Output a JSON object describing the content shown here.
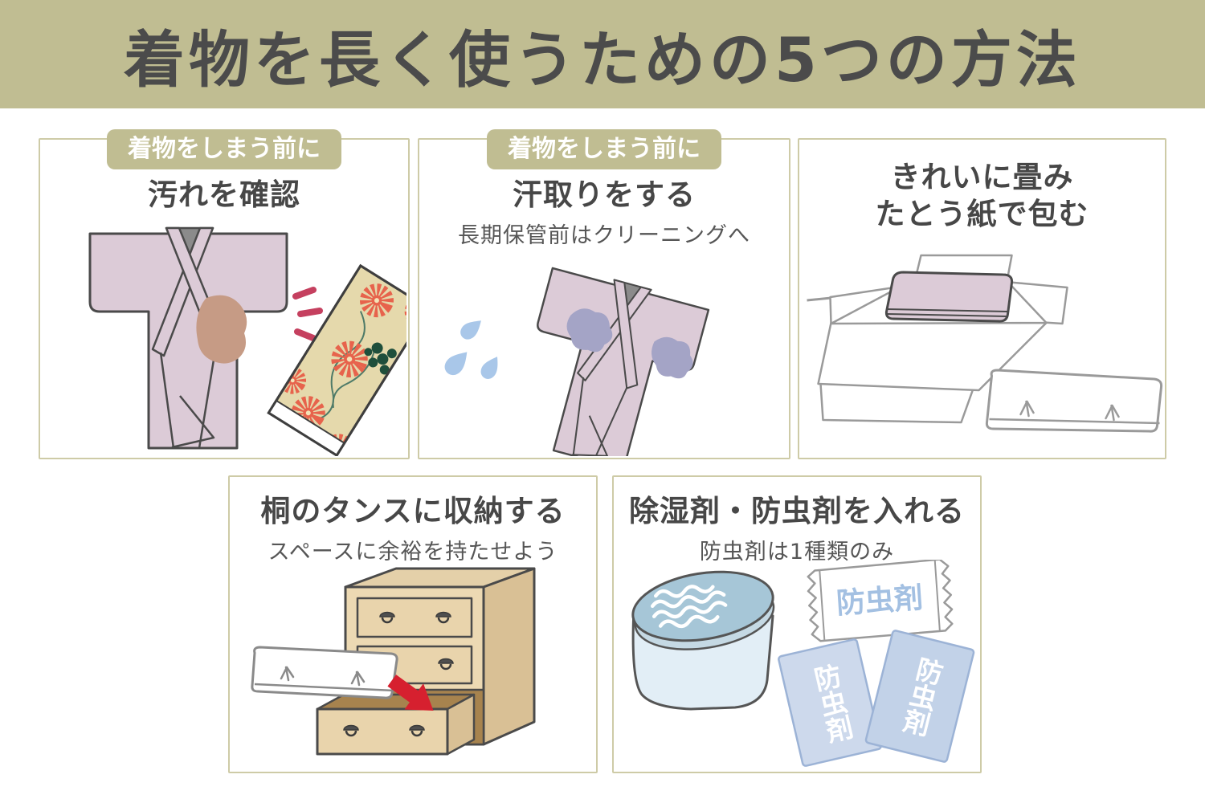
{
  "header": {
    "title": "着物を長く使うための5つの方法"
  },
  "panels": [
    {
      "badge": "着物をしまう前に",
      "title": "汚れを確認",
      "subtitle": "",
      "illustration": "kimono-front-with-stain-and-kimono-fabric-bolt"
    },
    {
      "badge": "着物をしまう前に",
      "title": "汗取りをする",
      "subtitle": "長期保管前はクリーニングへ",
      "illustration": "tilted-kimono-with-sweat-stains-and-water-drops"
    },
    {
      "badge": "",
      "title_lines": [
        "きれいに畳み",
        "たとう紙で包む"
      ],
      "subtitle": "",
      "illustration": "folded-kimono-on-tatoushi-wrapping-paper"
    },
    {
      "badge": "",
      "title": "桐のタンスに収納する",
      "subtitle": "スペースに余裕を持たせよう",
      "illustration": "paulownia-chest-open-drawer-with-wrapped-kimono-and-red-arrow"
    },
    {
      "badge": "",
      "title": "除湿剤・防虫剤を入れる",
      "subtitle": "防虫剤は1種類のみ",
      "illustration": "dehumidifier-box-and-insect-repellent-packets"
    }
  ],
  "labels": {
    "insect_repellent": "防虫剤"
  },
  "colors": {
    "banner_bg": "#c0bd92",
    "panel_border": "#cecba7",
    "title_text": "#474747",
    "badge_text": "#ffffff",
    "kimono_pink": "#dccbd7",
    "kimono_outline": "#4a4a4a",
    "collar_gray": "#8b8b8b",
    "stain_brown": "#c69b85",
    "sweat_purple": "#a4a4c6",
    "drop_blue": "#a9c7e9",
    "accent_red": "#c5405f",
    "arrow_red": "#d6202f",
    "chest_tan": "#ecd9b3",
    "chest_dark": "#a7834e",
    "dehumidifier_lid": "#a6c6d7",
    "packet_blue": "#cdd9ec",
    "packet_label_blue": "#a3c0e2"
  }
}
